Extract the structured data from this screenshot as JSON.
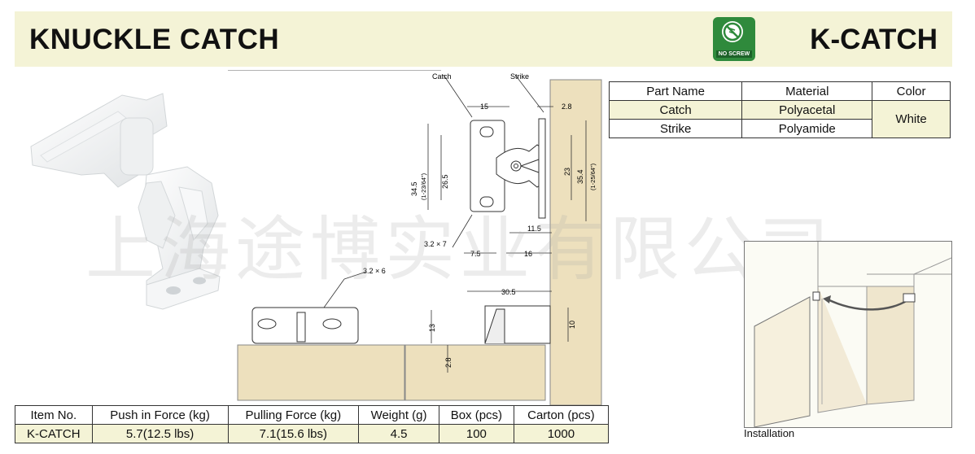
{
  "header": {
    "title": "KNUCKLE CATCH",
    "model": "K-CATCH",
    "badge": {
      "label": "NO SCREW",
      "color": "#2f8a3c",
      "icon": "no-screw-icon"
    }
  },
  "watermark": "上海途博实业有限公司",
  "drawing": {
    "labels": {
      "catch": "Catch",
      "strike": "Strike",
      "hole_top": "3.2 × 6",
      "hole_bottom": "3.2 × 7"
    },
    "dimensions": {
      "d15": "15",
      "d2_8_top": "2.8",
      "d34_5": "34.5",
      "d34_5_inch": "(1-23/64\")",
      "d26_5": "26.5",
      "d23": "23",
      "d35_4": "35.4",
      "d35_4_inch": "(1-25/64\")",
      "d11_5": "11.5",
      "d7_5": "7.5",
      "d16": "16",
      "d30_5": "30.5",
      "d13": "13",
      "d10": "10",
      "d2_8_side": "2.8"
    }
  },
  "material_table": {
    "headers": [
      "Part Name",
      "Material",
      "Color"
    ],
    "rows": [
      {
        "part": "Catch",
        "material": "Polyacetal"
      },
      {
        "part": "Strike",
        "material": "Polyamide"
      }
    ],
    "color": "White"
  },
  "item_table": {
    "headers": [
      "Item No.",
      "Push in Force (kg)",
      "Pulling Force (kg)",
      "Weight (g)",
      "Box (pcs)",
      "Carton (pcs)"
    ],
    "row": [
      "K-CATCH",
      "5.7(12.5 lbs)",
      "7.1(15.6 lbs)",
      "4.5",
      "100",
      "1000"
    ]
  },
  "installation": {
    "caption": "Installation"
  },
  "colors": {
    "panel": "#f4f3d6",
    "wood": "#ede0bd",
    "badge": "#2f8a3c"
  }
}
